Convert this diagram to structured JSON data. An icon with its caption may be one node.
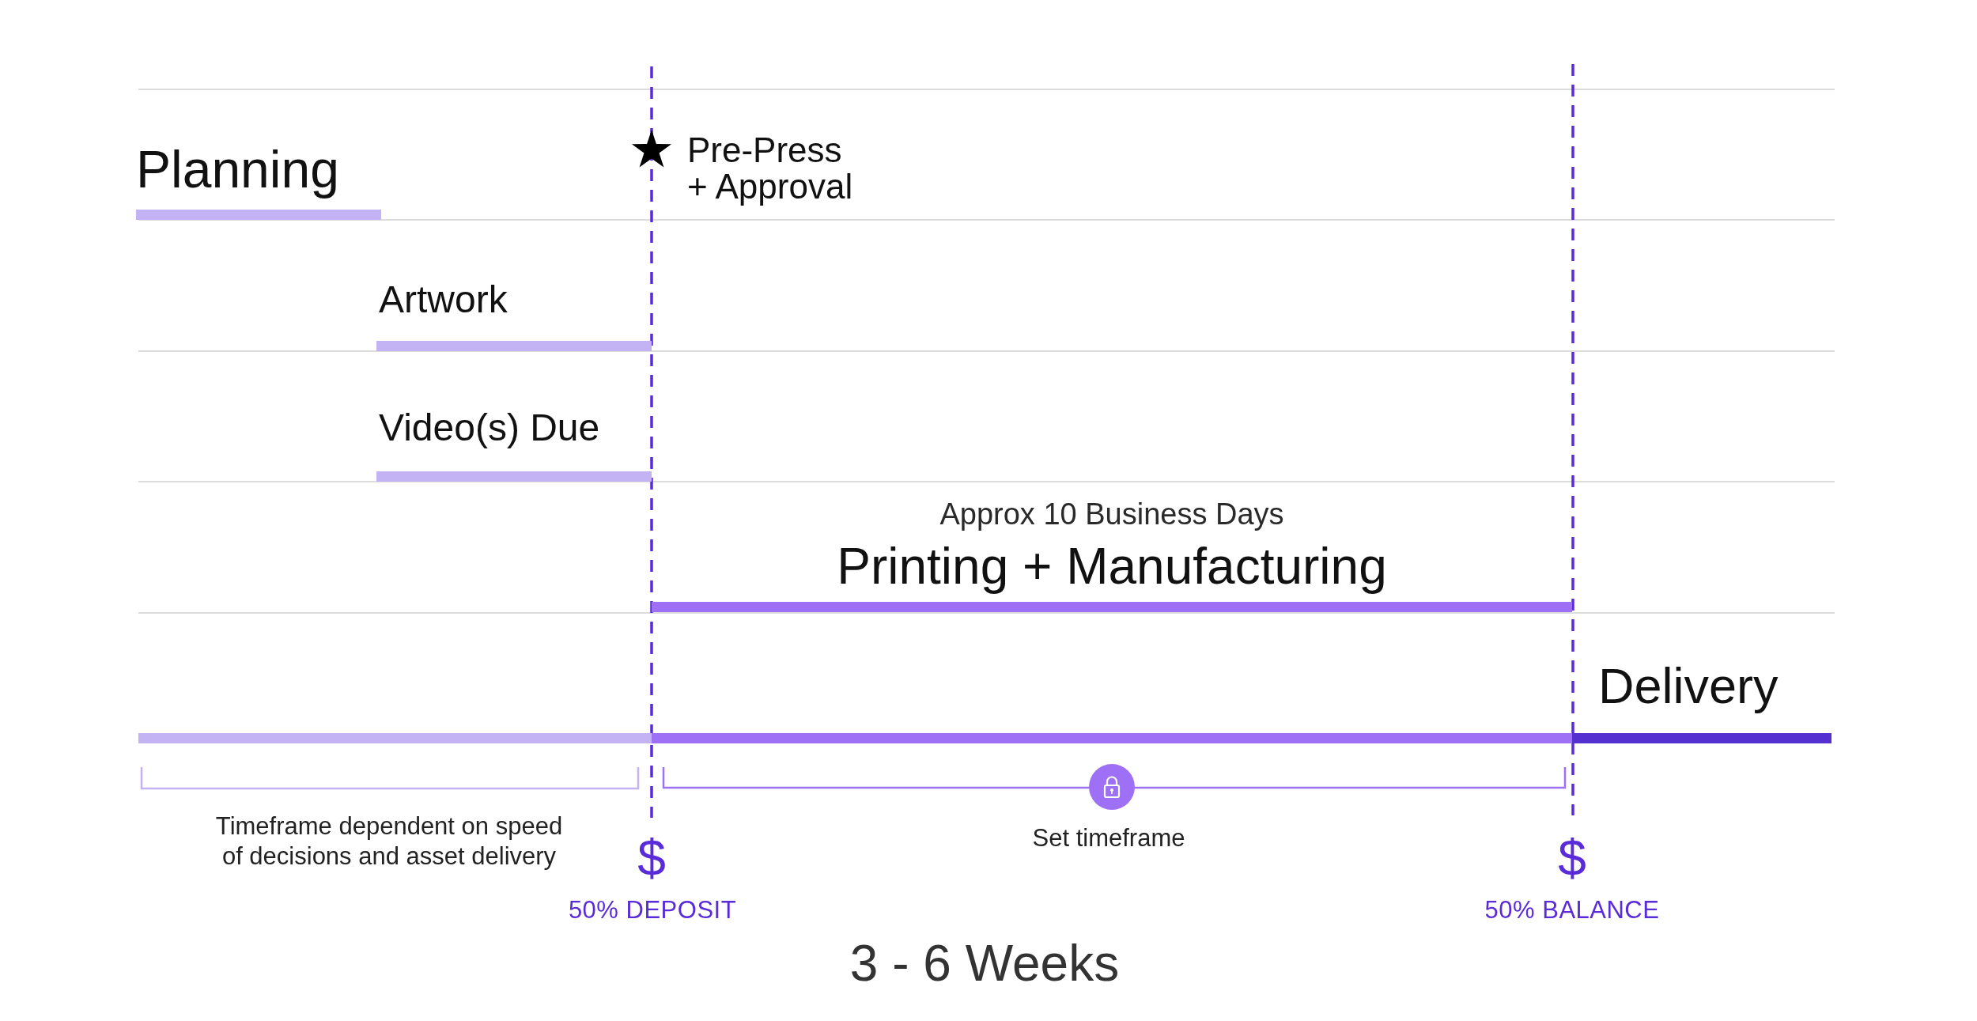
{
  "diagram": {
    "nodes": [
      {
        "text": [
          "Planning"
        ]
      },
      {
        "text": [
          "Artwork"
        ]
      },
      {
        "text": [
          "Video(s) Due"
        ]
      },
      {
        "text": [
          "Printing + Manufacturing"
        ],
        "beside": [
          "Approx 10 Business Days"
        ]
      },
      {
        "text": [
          "Delivery"
        ]
      },
      {
        "text": [],
        "shape": "bar"
      },
      {
        "text": [],
        "shape": "bar"
      }
    ],
    "labels": [
      "Pre-Press + Approval",
      "Timeframe dependent on speed of decisions and asset delivery",
      "Set timeframe",
      "$",
      "50% DEPOSIT",
      "$",
      "50% BALANCE",
      "3 - 6 Weeks"
    ]
  }
}
